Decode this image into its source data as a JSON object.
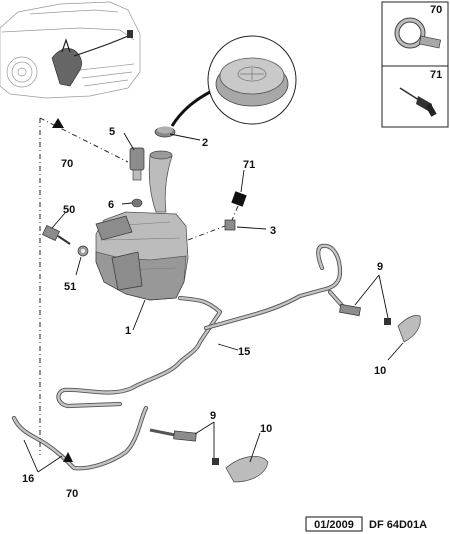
{
  "callouts": {
    "n1": "1",
    "n2": "2",
    "n3": "3",
    "n5": "5",
    "n6": "6",
    "n9a": "9",
    "n9b": "9",
    "n10a": "10",
    "n10b": "10",
    "n15": "15",
    "n16": "16",
    "n50": "50",
    "n51": "51",
    "n70a": "70",
    "n70b": "70",
    "n71": "71"
  },
  "legend_box": {
    "clip_ref": "70",
    "rivet_ref": "71"
  },
  "footer": {
    "date": "01/2009",
    "code": "DF 64D01A"
  }
}
